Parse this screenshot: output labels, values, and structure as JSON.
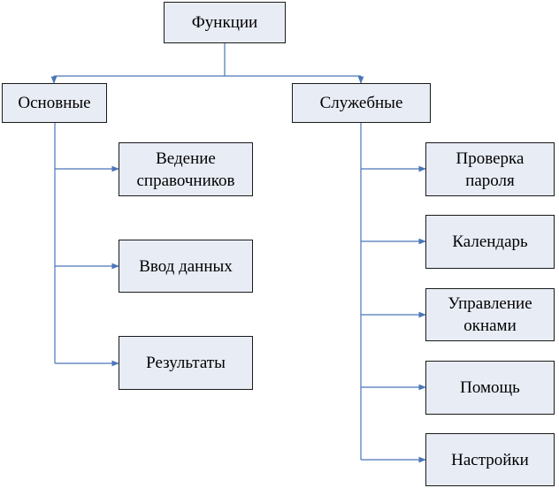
{
  "colors": {
    "box_fill": "#e8ecf5",
    "box_border": "#1a1a1a",
    "connector": "#4a76b8"
  },
  "root": {
    "label": "Функции"
  },
  "groups": [
    {
      "label": "Основные",
      "children": [
        "Ведение\nсправочников",
        "Ввод данных",
        "Результаты"
      ]
    },
    {
      "label": "Служебные",
      "children": [
        "Проверка\nпароля",
        "Календарь",
        "Управление\nокнами",
        "Помощь",
        "Настройки"
      ]
    }
  ]
}
